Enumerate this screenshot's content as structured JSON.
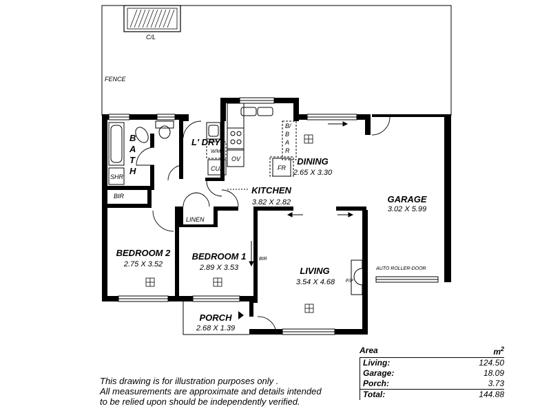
{
  "labels": {
    "cl": "C/L",
    "fence": "FENCE",
    "bath_letters": [
      "B",
      "A",
      "T",
      "H"
    ],
    "shr": "SHR",
    "bir_bath": "BIR",
    "laundry": "L' DRY",
    "wm": "W/M",
    "cub": "CUB",
    "ov": "OV",
    "fr": "FR",
    "bbar_letters": [
      "B/",
      "B",
      "A",
      "R"
    ],
    "linen": "LINEN",
    "bir_bed1": "BIR",
    "fp": "F/P",
    "auto_door": "AUTO ROLLER-DOOR"
  },
  "rooms": {
    "dining": {
      "name": "DINING",
      "dims": "2.65 X 3.30"
    },
    "kitchen": {
      "name": "KITCHEN",
      "dims": "3.82 X 2.82"
    },
    "garage": {
      "name": "GARAGE",
      "dims": "3.02 X 5.99"
    },
    "bedroom2": {
      "name": "BEDROOM 2",
      "dims": "2.75 X 3.52"
    },
    "bedroom1": {
      "name": "BEDROOM 1",
      "dims": "2.89 X 3.53"
    },
    "living": {
      "name": "LIVING",
      "dims": "3.54 X 4.68"
    },
    "porch": {
      "name": "PORCH",
      "dims": "2.68 X 1.39"
    }
  },
  "area_table": {
    "title": "Area",
    "unit": "m",
    "unit_sup": "2",
    "rows": [
      {
        "label": "Living:",
        "value": "124.50"
      },
      {
        "label": "Garage:",
        "value": "18.09"
      },
      {
        "label": "Porch:",
        "value": "3.73"
      },
      {
        "label": "Total:",
        "value": "144.88"
      }
    ]
  },
  "disclaimer": {
    "line1": "This drawing is for illustration purposes only .",
    "line2": "All measurements are approximate and details intended",
    "line3": "to be relied upon should be independently verified."
  }
}
